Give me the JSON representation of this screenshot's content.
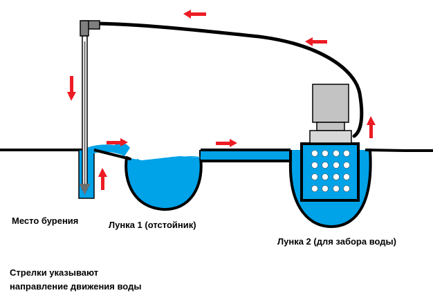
{
  "labels": {
    "drill_site": "Место бурения",
    "pit1": "Лунка 1 (отстойник)",
    "pit2": "Лунка 2 (для забора воды)",
    "note_line1": "Стрелки указывают",
    "note_line2": "направление движения воды"
  },
  "colors": {
    "water": "#00a2e8",
    "outline": "#000000",
    "arrow": "#ed1c24",
    "pump_body": "#c3c3c3",
    "pump_base": "#d8d8d8",
    "filter_holes": "#ffffff",
    "pipe_fitting": "#7f7f7f"
  },
  "icons": {
    "flow_arrow": "red-arrow-icon",
    "pump": "surface-pump-icon",
    "filter": "perforated-filter-icon",
    "drill_pipe": "drill-pipe-icon"
  }
}
